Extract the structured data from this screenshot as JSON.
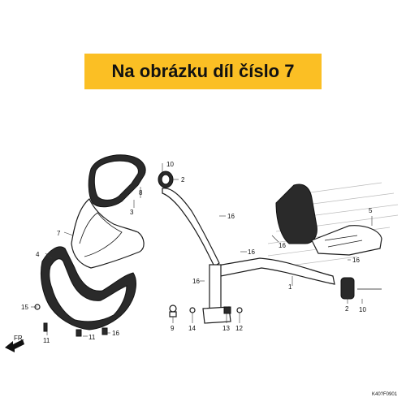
{
  "banner": {
    "text": "Na obrázku díl číslo 7"
  },
  "callouts": [
    "1",
    "2",
    "2",
    "3",
    "4",
    "5",
    "7",
    "8",
    "9",
    "10",
    "10",
    "11",
    "11",
    "12",
    "13",
    "14",
    "15",
    "16",
    "16",
    "16",
    "16",
    "16",
    "16"
  ],
  "direction_label": "FR.",
  "diagram_code": "K40?F0901",
  "colors": {
    "banner": "#fbbf24",
    "line": "#1a1a1a"
  }
}
